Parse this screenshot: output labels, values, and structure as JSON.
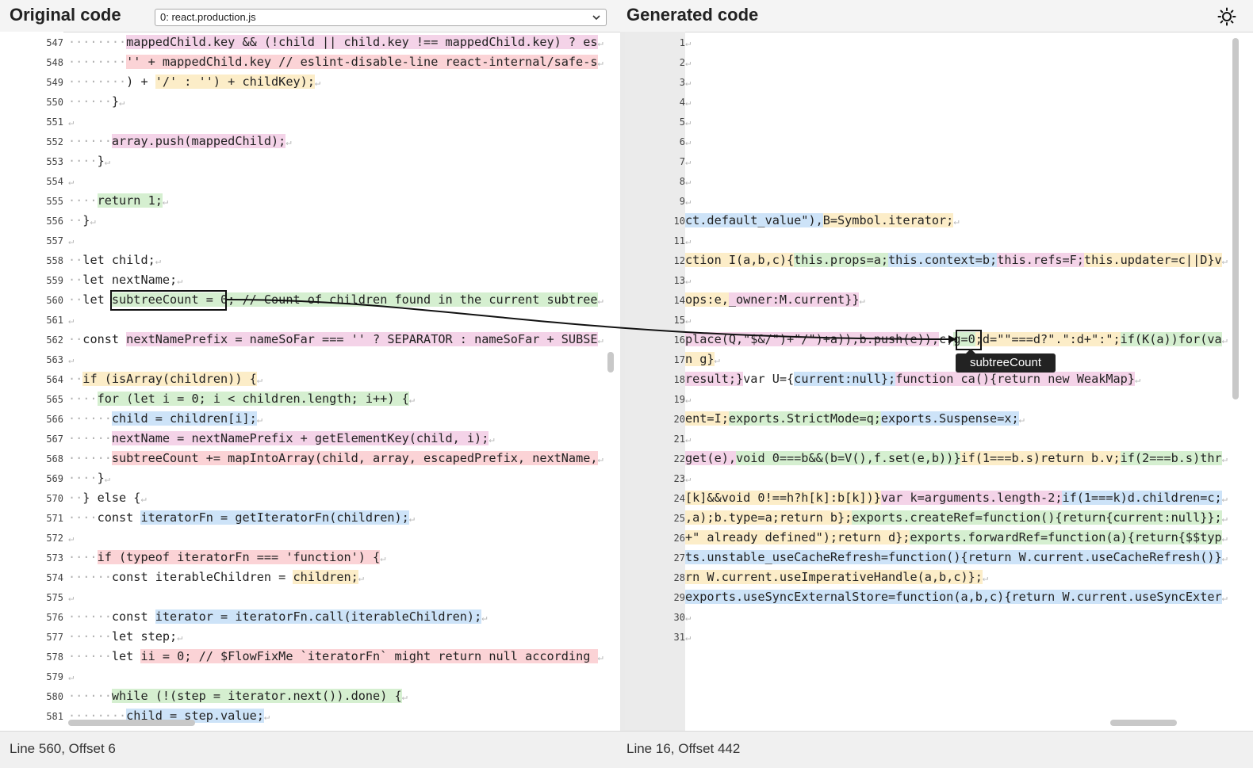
{
  "header": {
    "original_title": "Original code",
    "generated_title": "Generated code",
    "file_select_value": "0: react.production.js",
    "theme_icon": "sun-icon"
  },
  "left_pane": {
    "lines": [
      {
        "n": "547",
        "indent": "········",
        "segs": [
          [
            "mappedChild.key && (!child || child.key !== mappedChild.key) ? es",
            "pink"
          ]
        ]
      },
      {
        "n": "548",
        "indent": "········",
        "segs": [
          [
            "'' + mappedChild.key // eslint-disable-line react-internal/safe-s",
            "red"
          ]
        ]
      },
      {
        "n": "549",
        "indent": "········",
        "segs": [
          [
            ") + ",
            "none"
          ],
          [
            "'/' : '') + childKey);",
            "yellow"
          ]
        ]
      },
      {
        "n": "550",
        "indent": "······",
        "segs": [
          [
            "}",
            "none"
          ]
        ]
      },
      {
        "n": "551",
        "indent": "",
        "segs": []
      },
      {
        "n": "552",
        "indent": "······",
        "segs": [
          [
            "array.push(mappedChild);",
            "pink"
          ]
        ]
      },
      {
        "n": "553",
        "indent": "····",
        "segs": [
          [
            "}",
            "none"
          ]
        ]
      },
      {
        "n": "554",
        "indent": "",
        "segs": []
      },
      {
        "n": "555",
        "indent": "····",
        "segs": [
          [
            "return 1;",
            "green"
          ]
        ]
      },
      {
        "n": "556",
        "indent": "··",
        "segs": [
          [
            "}",
            "none"
          ]
        ]
      },
      {
        "n": "557",
        "indent": "",
        "segs": []
      },
      {
        "n": "558",
        "indent": "··",
        "segs": [
          [
            "let child;",
            "none"
          ]
        ]
      },
      {
        "n": "559",
        "indent": "··",
        "segs": [
          [
            "let ",
            "none"
          ],
          [
            "nextName;",
            "none"
          ]
        ]
      },
      {
        "n": "560",
        "indent": "··",
        "segs": [
          [
            "let ",
            "none"
          ],
          [
            "subtreeCount = 0; // Count of children found in the current subtree",
            "green"
          ]
        ]
      },
      {
        "n": "561",
        "indent": "",
        "segs": []
      },
      {
        "n": "562",
        "indent": "··",
        "segs": [
          [
            "const ",
            "none"
          ],
          [
            "nextNamePrefix = nameSoFar === '' ? SEPARATOR : nameSoFar + SUBSE",
            "pink"
          ]
        ]
      },
      {
        "n": "563",
        "indent": "",
        "segs": []
      },
      {
        "n": "564",
        "indent": "··",
        "segs": [
          [
            "if (isArray(children)) {",
            "yellow"
          ]
        ]
      },
      {
        "n": "565",
        "indent": "····",
        "segs": [
          [
            "for (let i = 0; i < children.length; i++) {",
            "green"
          ]
        ]
      },
      {
        "n": "566",
        "indent": "······",
        "segs": [
          [
            "child = children[i];",
            "blue"
          ]
        ]
      },
      {
        "n": "567",
        "indent": "······",
        "segs": [
          [
            "nextName = nextNamePrefix + getElementKey(child, i);",
            "pink"
          ]
        ]
      },
      {
        "n": "568",
        "indent": "······",
        "segs": [
          [
            "subtreeCount += mapIntoArray(child, array, escapedPrefix, nextName,",
            "red"
          ]
        ]
      },
      {
        "n": "569",
        "indent": "····",
        "segs": [
          [
            "}",
            "none"
          ]
        ]
      },
      {
        "n": "570",
        "indent": "··",
        "segs": [
          [
            "} else {",
            "none"
          ]
        ]
      },
      {
        "n": "571",
        "indent": "····",
        "segs": [
          [
            "const ",
            "none"
          ],
          [
            "iteratorFn = getIteratorFn(children);",
            "blue"
          ]
        ]
      },
      {
        "n": "572",
        "indent": "",
        "segs": []
      },
      {
        "n": "573",
        "indent": "····",
        "segs": [
          [
            "if (typeof iteratorFn === 'function') {",
            "red"
          ]
        ]
      },
      {
        "n": "574",
        "indent": "······",
        "segs": [
          [
            "const iterableChildren = ",
            "none"
          ],
          [
            "children;",
            "yellow"
          ]
        ]
      },
      {
        "n": "575",
        "indent": "",
        "segs": []
      },
      {
        "n": "576",
        "indent": "······",
        "segs": [
          [
            "const ",
            "none"
          ],
          [
            "iterator = iteratorFn.call(iterableChildren);",
            "blue"
          ]
        ]
      },
      {
        "n": "577",
        "indent": "······",
        "segs": [
          [
            "let step;",
            "none"
          ]
        ]
      },
      {
        "n": "578",
        "indent": "······",
        "segs": [
          [
            "let ",
            "none"
          ],
          [
            "ii = 0; // $FlowFixMe `iteratorFn` might return null according ",
            "red"
          ]
        ]
      },
      {
        "n": "579",
        "indent": "",
        "segs": []
      },
      {
        "n": "580",
        "indent": "······",
        "segs": [
          [
            "while (!(step = iterator.next()).done) {",
            "green"
          ]
        ]
      },
      {
        "n": "581",
        "indent": "········",
        "segs": [
          [
            "child = step.value;",
            "blue"
          ]
        ]
      }
    ]
  },
  "right_pane": {
    "lines": [
      {
        "n": "1",
        "segs": []
      },
      {
        "n": "2",
        "segs": []
      },
      {
        "n": "3",
        "segs": []
      },
      {
        "n": "4",
        "segs": []
      },
      {
        "n": "5",
        "segs": []
      },
      {
        "n": "6",
        "segs": []
      },
      {
        "n": "7",
        "segs": []
      },
      {
        "n": "8",
        "segs": []
      },
      {
        "n": "9",
        "segs": []
      },
      {
        "n": "10",
        "segs": [
          [
            "ct.default_value\"),",
            "blue"
          ],
          [
            "B=Symbol.iterator;",
            "yellow"
          ]
        ]
      },
      {
        "n": "11",
        "segs": []
      },
      {
        "n": "12",
        "segs": [
          [
            "ction I(a,b,c){",
            "yellow"
          ],
          [
            "this.props=a;",
            "green"
          ],
          [
            "this.context=b;",
            "blue"
          ],
          [
            "this.refs=F;",
            "pink"
          ],
          [
            "this.updater=c||D}v",
            "yellow"
          ]
        ]
      },
      {
        "n": "13",
        "segs": []
      },
      {
        "n": "14",
        "segs": [
          [
            "ops:e,",
            "yellow"
          ],
          [
            "_owner:M.current}}",
            "pink"
          ]
        ]
      },
      {
        "n": "15",
        "segs": []
      },
      {
        "n": "16",
        "segs": [
          [
            "place(Q,\"$&/\")+\"/\")+a)),b.push(e)),",
            "pink"
          ],
          [
            "c;",
            "none"
          ],
          [
            "g=0",
            "green"
          ],
          [
            ";d=\"\"===d?\".\":d+\":\";",
            "yellow"
          ],
          [
            "if(K(a))for(va",
            "green"
          ]
        ]
      },
      {
        "n": "17",
        "segs": [
          [
            "n g}",
            "yellow"
          ]
        ]
      },
      {
        "n": "18",
        "segs": [
          [
            "result;}",
            "pink"
          ],
          [
            "var U={",
            "none"
          ],
          [
            "current:null};",
            "blue"
          ],
          [
            "function ca(){return new WeakMap}",
            "pink"
          ]
        ]
      },
      {
        "n": "19",
        "segs": []
      },
      {
        "n": "20",
        "segs": [
          [
            "ent=I;",
            "yellow"
          ],
          [
            "exports.StrictMode=q;",
            "green"
          ],
          [
            "exports.Suspense=x;",
            "blue"
          ]
        ]
      },
      {
        "n": "21",
        "segs": []
      },
      {
        "n": "22",
        "segs": [
          [
            "get(e),",
            "pink"
          ],
          [
            "void 0===b&&(b=V(),f.set(e,b))}",
            "green"
          ],
          [
            "if(1===b.s)return b.v;",
            "yellow"
          ],
          [
            "if(2===b.s)thr",
            "green"
          ]
        ]
      },
      {
        "n": "23",
        "segs": []
      },
      {
        "n": "24",
        "segs": [
          [
            "[k]&&void 0!==h?h[k]:b[k])}",
            "yellow"
          ],
          [
            "var k=arguments.length-2;",
            "pink"
          ],
          [
            "if(1===k)d.children=c;",
            "blue"
          ]
        ]
      },
      {
        "n": "25",
        "segs": [
          [
            ",a);b.type=a;return b};",
            "yellow"
          ],
          [
            "exports.createRef=function(){return{current:null}};",
            "green"
          ]
        ]
      },
      {
        "n": "26",
        "segs": [
          [
            "+\" already defined\");return d};",
            "yellow"
          ],
          [
            "exports.forwardRef=function(a){return{$$typ",
            "green"
          ]
        ]
      },
      {
        "n": "27",
        "segs": [
          [
            "ts.unstable_useCacheRefresh=function(){return W.current.useCacheRefresh()}",
            "blue"
          ]
        ]
      },
      {
        "n": "28",
        "segs": [
          [
            "rn W.current.useImperativeHandle(a,b,c)};",
            "yellow"
          ]
        ]
      },
      {
        "n": "29",
        "segs": [
          [
            "exports.useSyncExternalStore=function(a,b,c){return W.current.useSyncExter",
            "blue"
          ]
        ]
      },
      {
        "n": "30",
        "segs": []
      },
      {
        "n": "31",
        "segs": []
      }
    ]
  },
  "tooltip": {
    "text": "subtreeCount"
  },
  "status": {
    "left": "Line 560, Offset 6",
    "right": "Line 16, Offset 442"
  }
}
